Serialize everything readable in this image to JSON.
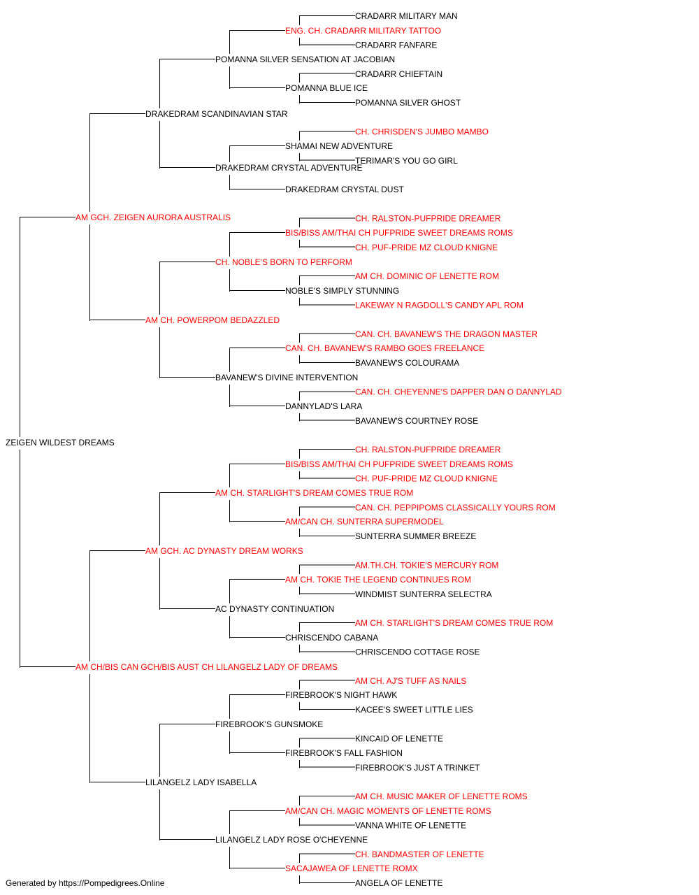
{
  "colors": {
    "champion": "#ff0000",
    "normal": "#000000"
  },
  "footer": "Generated by https://Pompedigrees.Online",
  "pedigree": {
    "name": "ZEIGEN WILDEST DREAMS",
    "champion": false,
    "sire": {
      "name": "AM GCH. ZEIGEN AURORA AUSTRALIS",
      "champion": true,
      "sire": {
        "name": "DRAKEDRAM SCANDINAVIAN STAR",
        "champion": false,
        "sire": {
          "name": "POMANNA SILVER SENSATION AT JACOBIAN",
          "champion": false,
          "sire": {
            "name": "ENG. CH. CRADARR MILITARY TATTOO",
            "champion": true,
            "sire": {
              "name": "CRADARR MILITARY MAN",
              "champion": false
            },
            "dam": {
              "name": "CRADARR FANFARE",
              "champion": false
            }
          },
          "dam": {
            "name": "POMANNA BLUE ICE",
            "champion": false,
            "sire": {
              "name": "CRADARR CHIEFTAIN",
              "champion": false
            },
            "dam": {
              "name": "POMANNA SILVER GHOST",
              "champion": false
            }
          }
        },
        "dam": {
          "name": "DRAKEDRAM CRYSTAL ADVENTURE",
          "champion": false,
          "sire": {
            "name": "SHAMAI NEW ADVENTURE",
            "champion": false,
            "sire": {
              "name": "CH. CHRISDEN'S JUMBO MAMBO",
              "champion": true
            },
            "dam": {
              "name": "TERIMAR'S YOU GO GIRL",
              "champion": false
            }
          },
          "dam": {
            "name": "DRAKEDRAM CRYSTAL DUST",
            "champion": false
          }
        }
      },
      "dam": {
        "name": "AM CH. POWERPOM BEDAZZLED",
        "champion": true,
        "sire": {
          "name": "CH. NOBLE'S BORN TO PERFORM",
          "champion": true,
          "sire": {
            "name": "BIS/BISS AM/THAI CH PUFPRIDE SWEET DREAMS ROMS",
            "champion": true,
            "sire": {
              "name": "CH. RALSTON-PUFPRIDE DREAMER",
              "champion": true
            },
            "dam": {
              "name": "CH. PUF-PRIDE MZ CLOUD KNIGNE",
              "champion": true
            }
          },
          "dam": {
            "name": "NOBLE'S SIMPLY STUNNING",
            "champion": false,
            "sire": {
              "name": "AM CH. DOMINIC OF LENETTE ROM",
              "champion": true
            },
            "dam": {
              "name": "LAKEWAY N RAGDOLL'S CANDY APL ROM",
              "champion": true
            }
          }
        },
        "dam": {
          "name": "BAVANEW'S DIVINE INTERVENTION",
          "champion": false,
          "sire": {
            "name": "CAN. CH. BAVANEW'S RAMBO GOES FREELANCE",
            "champion": true,
            "sire": {
              "name": "CAN. CH. BAVANEW'S THE DRAGON MASTER",
              "champion": true
            },
            "dam": {
              "name": "BAVANEW'S COLOURAMA",
              "champion": false
            }
          },
          "dam": {
            "name": "DANNYLAD'S LARA",
            "champion": false,
            "sire": {
              "name": "CAN. CH. CHEYENNE'S DAPPER DAN O DANNYLAD",
              "champion": true
            },
            "dam": {
              "name": "BAVANEW'S COURTNEY ROSE",
              "champion": false
            }
          }
        }
      }
    },
    "dam": {
      "name": "AM CH/BIS CAN GCH/BIS AUST CH LILANGELZ LADY OF DREAMS",
      "champion": true,
      "sire": {
        "name": "AM GCH. AC DYNASTY DREAM WORKS",
        "champion": true,
        "sire": {
          "name": "AM CH. STARLIGHT'S DREAM COMES TRUE ROM",
          "champion": true,
          "sire": {
            "name": "BIS/BISS AM/THAI CH PUFPRIDE SWEET DREAMS ROMS",
            "champion": true,
            "sire": {
              "name": "CH. RALSTON-PUFPRIDE DREAMER",
              "champion": true
            },
            "dam": {
              "name": "CH. PUF-PRIDE MZ CLOUD KNIGNE",
              "champion": true
            }
          },
          "dam": {
            "name": "AM/CAN CH. SUNTERRA SUPERMODEL",
            "champion": true,
            "sire": {
              "name": "CAN. CH. PEPPIPOMS CLASSICALLY YOURS ROM",
              "champion": true
            },
            "dam": {
              "name": "SUNTERRA SUMMER BREEZE",
              "champion": false
            }
          }
        },
        "dam": {
          "name": "AC DYNASTY CONTINUATION",
          "champion": false,
          "sire": {
            "name": "AM CH. TOKIE THE LEGEND CONTINUES ROM",
            "champion": true,
            "sire": {
              "name": "AM.TH.CH. TOKIE'S MERCURY ROM",
              "champion": true
            },
            "dam": {
              "name": "WINDMIST SUNTERRA SELECTRA",
              "champion": false
            }
          },
          "dam": {
            "name": "CHRISCENDO CABANA",
            "champion": false,
            "sire": {
              "name": "AM CH. STARLIGHT'S DREAM COMES TRUE ROM",
              "champion": true
            },
            "dam": {
              "name": "CHRISCENDO COTTAGE ROSE",
              "champion": false
            }
          }
        }
      },
      "dam": {
        "name": "LILANGELZ LADY ISABELLA",
        "champion": false,
        "sire": {
          "name": "FIREBROOK'S GUNSMOKE",
          "champion": false,
          "sire": {
            "name": "FIREBROOK'S NIGHT HAWK",
            "champion": false,
            "sire": {
              "name": "AM CH. AJ'S TUFF AS NAILS",
              "champion": true
            },
            "dam": {
              "name": "KACEE'S SWEET LITTLE LIES",
              "champion": false
            }
          },
          "dam": {
            "name": "FIREBROOK'S FALL FASHION",
            "champion": false,
            "sire": {
              "name": "KINCAID OF LENETTE",
              "champion": false
            },
            "dam": {
              "name": "FIREBROOK'S JUST A TRINKET",
              "champion": false
            }
          }
        },
        "dam": {
          "name": "LILANGELZ LADY ROSE O'CHEYENNE",
          "champion": false,
          "sire": {
            "name": "AM/CAN CH. MAGIC MOMENTS OF LENETTE ROMS",
            "champion": true,
            "sire": {
              "name": "AM CH. MUSIC MAKER OF LENETTE ROMS",
              "champion": true
            },
            "dam": {
              "name": "VANNA WHITE OF LENETTE",
              "champion": false
            }
          },
          "dam": {
            "name": "SACAJAWEA OF LENETTE ROMX",
            "champion": true,
            "sire": {
              "name": "CH. BANDMASTER OF LENETTE",
              "champion": true
            },
            "dam": {
              "name": "ANGELA OF LENETTE",
              "champion": false
            }
          }
        }
      }
    }
  }
}
